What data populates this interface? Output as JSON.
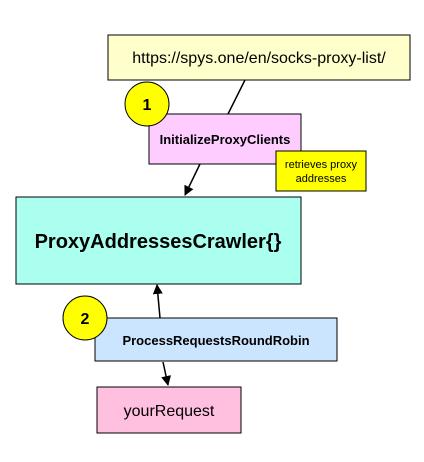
{
  "diagram": {
    "nodes": {
      "url": {
        "label": "https://spys.one/en/socks-proxy-list/",
        "fill": "#ffffcc"
      },
      "init_clients": {
        "label": "InitializeProxyClients",
        "fill": "#ffccff"
      },
      "note": {
        "line1": "retrieves proxy",
        "line2": "addresses",
        "fill": "#ffff00"
      },
      "crawler": {
        "label": "ProxyAddressesCrawler{}",
        "fill": "#aaffee"
      },
      "round_robin": {
        "label": "ProcessRequestsRoundRobin",
        "fill": "#cce5ff"
      },
      "your_request": {
        "label": "yourRequest",
        "fill": "#ffc0e0"
      }
    },
    "steps": [
      {
        "label": "1",
        "fill": "#ffff00"
      },
      {
        "label": "2",
        "fill": "#ffff00"
      }
    ],
    "edges": [
      {
        "from": "url",
        "to": "init_clients",
        "arrow": "none"
      },
      {
        "from": "init_clients",
        "to": "crawler",
        "arrow": "to"
      },
      {
        "from": "round_robin",
        "to": "crawler",
        "arrow": "to"
      },
      {
        "from": "round_robin",
        "to": "your_request",
        "arrow": "to"
      }
    ]
  }
}
